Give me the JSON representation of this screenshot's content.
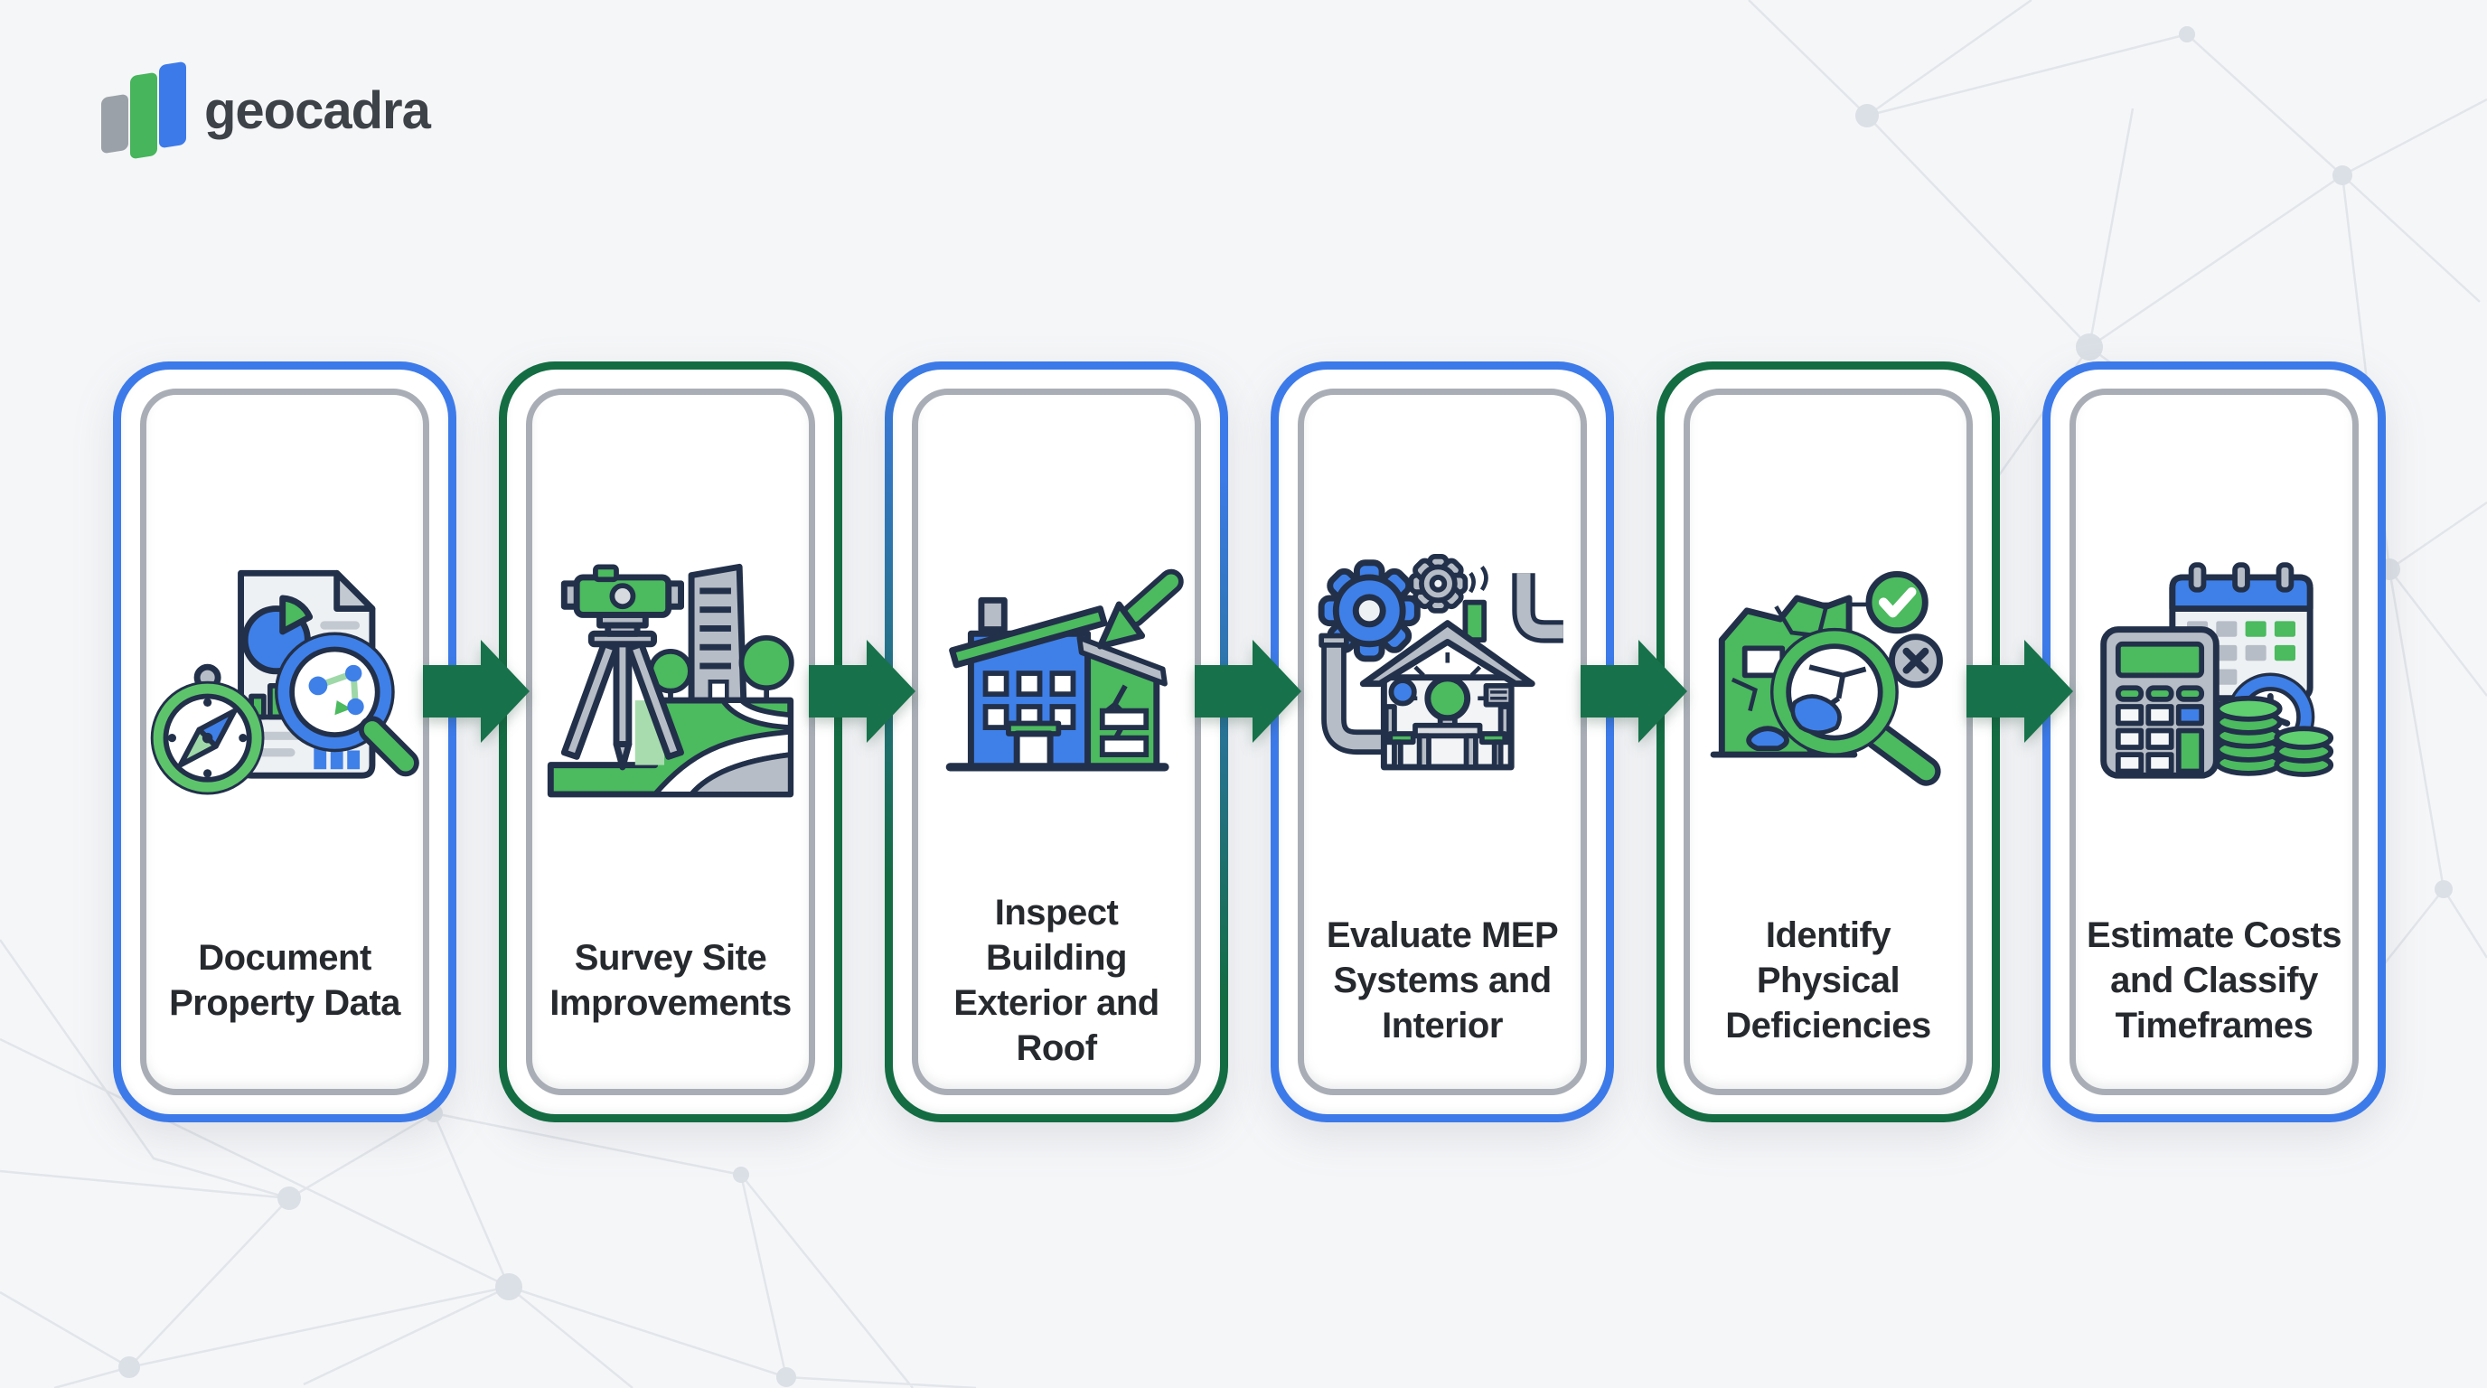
{
  "page": {
    "background_color": "#f5f6f8",
    "mesh_color": "#e2e5ea",
    "card_inner_border_color": "#a9aeb6",
    "label_text_color": "#26292d"
  },
  "logo": {
    "text": "geocadra",
    "bars": [
      {
        "name": "gray-bar",
        "color": "#9ba1a8"
      },
      {
        "name": "green-bar",
        "color": "#47b55c"
      },
      {
        "name": "blue-bar",
        "color": "#3d7ae9"
      }
    ]
  },
  "flow": {
    "direction": "left-to-right",
    "arrow_color": "#17714a",
    "icon_palette": {
      "blue": "#3f80e8",
      "green": "#4cba5f",
      "gray": "#b7bdc6",
      "outline": "#22304a"
    },
    "steps": [
      {
        "label": "Document Property Data",
        "lines": [
          "Document",
          "Property Data"
        ],
        "icon": "document-analysis-icon",
        "border": "#3d7ae9"
      },
      {
        "label": "Survey Site Improvements",
        "lines": [
          "Survey Site",
          "Improvements"
        ],
        "icon": "survey-theodolite-icon",
        "border": "#146c43"
      },
      {
        "label": "Inspect Building Exterior and Roof",
        "lines": [
          "Inspect Building",
          "Exterior and Roof"
        ],
        "icon": "building-crack-inspection-icon",
        "border": "linear-gradient(200deg, #3d7ae9 12%, #146c43 72%)"
      },
      {
        "label": "Evaluate MEP Systems and Interior",
        "lines": [
          "Evaluate MEP",
          "Systems and",
          "Interior"
        ],
        "icon": "mep-gears-house-icon",
        "border": "#3d7ae9"
      },
      {
        "label": "Identify Physical Deficiencies",
        "lines": [
          "Identify Physical",
          "Deficiencies"
        ],
        "icon": "site-map-magnifier-icon",
        "border": "#146c43"
      },
      {
        "label": "Estimate Costs and Classify Timeframes",
        "lines": [
          "Estimate Costs",
          "and Classify",
          "Timeframes"
        ],
        "icon": "calculator-calendar-coins-icon",
        "border": "#3d7ae9"
      }
    ]
  }
}
